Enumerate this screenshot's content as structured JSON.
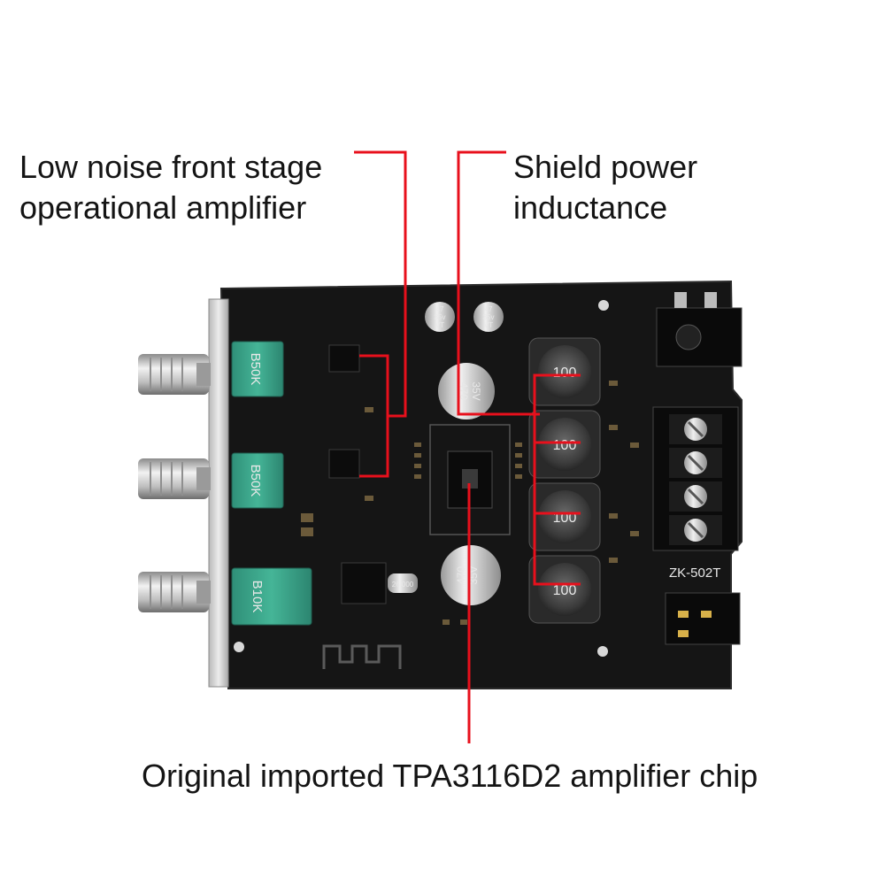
{
  "callouts": {
    "opamp": [
      "Low noise front stage",
      "operational amplifier"
    ],
    "inductor": [
      "Shield power",
      "inductance"
    ],
    "chip": "Original imported TPA3116D2 amplifier chip"
  },
  "board": {
    "model": "ZK-502T",
    "pots": [
      "B50K",
      "B50K",
      "B10K"
    ],
    "inductor_marking": "100",
    "capacitors": [
      {
        "value": "470",
        "voltage": "35V"
      },
      {
        "value": "470",
        "voltage": "35V"
      }
    ],
    "small_caps": [
      {
        "value": "47",
        "voltage": "35v",
        "series": "VT"
      },
      {
        "value": "47",
        "voltage": "35v",
        "series": "VT"
      }
    ],
    "crystal": "26.000"
  },
  "colors": {
    "callout_line": "#e8101c",
    "pcb": "#141414",
    "pot_body": "#3ca88d",
    "knob": "#c9c9c9"
  }
}
